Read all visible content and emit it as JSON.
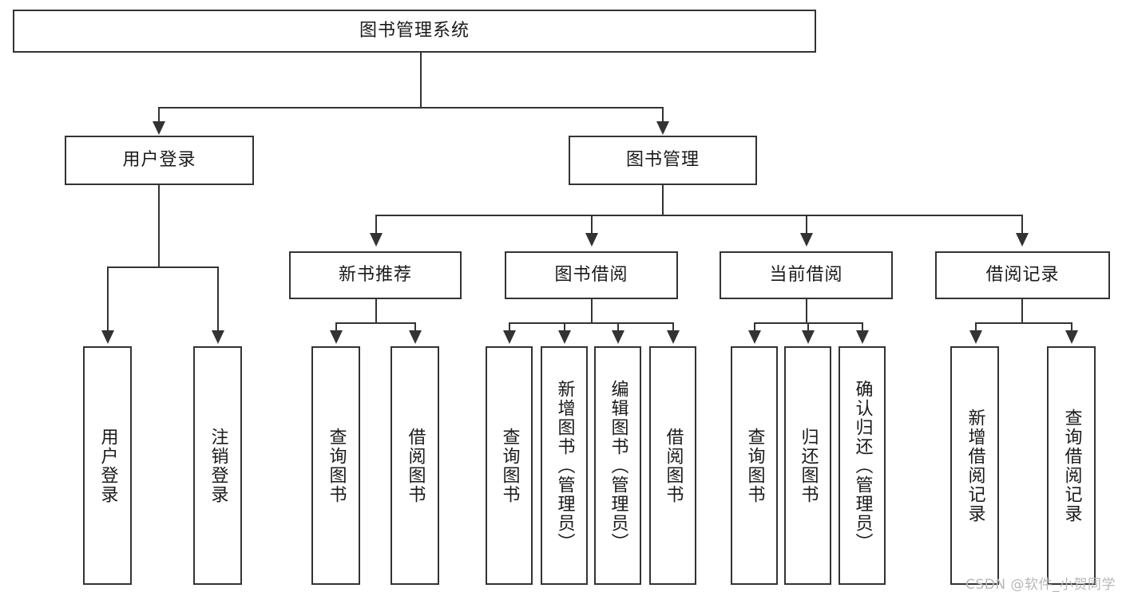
{
  "diagram": {
    "title": "图书管理系统",
    "type": "hierarchy-tree",
    "root": {
      "label": "图书管理系统"
    },
    "level2": [
      {
        "label": "用户登录"
      },
      {
        "label": "图书管理"
      }
    ],
    "level3": [
      {
        "label": "新书推荐"
      },
      {
        "label": "图书借阅"
      },
      {
        "label": "当前借阅"
      },
      {
        "label": "借阅记录"
      }
    ],
    "leaves": {
      "user_login": [
        {
          "label": "用户登录"
        },
        {
          "label": "注销登录"
        }
      ],
      "new_book_recommend": [
        {
          "label": "查询图书"
        },
        {
          "label": "借阅图书"
        }
      ],
      "book_borrow": [
        {
          "label": "查询图书"
        },
        {
          "label": "新增图书（管理员）"
        },
        {
          "label": "编辑图书（管理员）"
        },
        {
          "label": "借阅图书"
        }
      ],
      "current_borrow": [
        {
          "label": "查询图书"
        },
        {
          "label": "归还图书"
        },
        {
          "label": "确认归还（管理员）"
        }
      ],
      "borrow_record": [
        {
          "label": "新增借阅记录"
        },
        {
          "label": "查询借阅记录"
        }
      ]
    }
  },
  "watermark": {
    "text": "CSDN @软件_小贺同学"
  },
  "colors": {
    "stroke": "#333333",
    "background": "#ffffff",
    "text": "#1a1a1a",
    "watermark": "#b7b7b7"
  }
}
